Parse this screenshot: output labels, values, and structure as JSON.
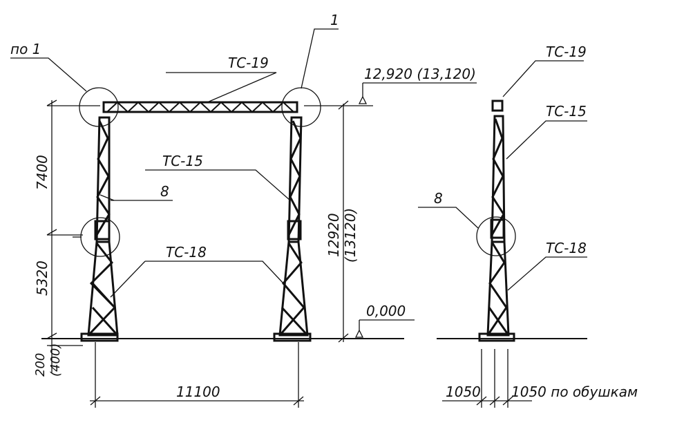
{
  "drawing": {
    "labels": {
      "po1": "по 1",
      "node1": "1",
      "tc19_frame": "ТС-19",
      "tc15_frame": "ТС-15",
      "tc18_frame": "ТС-18",
      "node8_frame": "8",
      "elev_top": "12,920 (13,120)",
      "elev_zero": "0,000",
      "dim_7400": "7400",
      "dim_5320": "5320",
      "dim_200": "200",
      "dim_400": "(400)",
      "dim_12920": "12920",
      "dim_13120": "(13120)",
      "span": "11100",
      "tc19_side": "ТС-19",
      "tc15_side": "ТС-15",
      "tc18_side": "ТС-18",
      "node8_side": "8",
      "dim_1050_left": "1050",
      "dim_1050_right": "1050 по обушкам"
    }
  }
}
